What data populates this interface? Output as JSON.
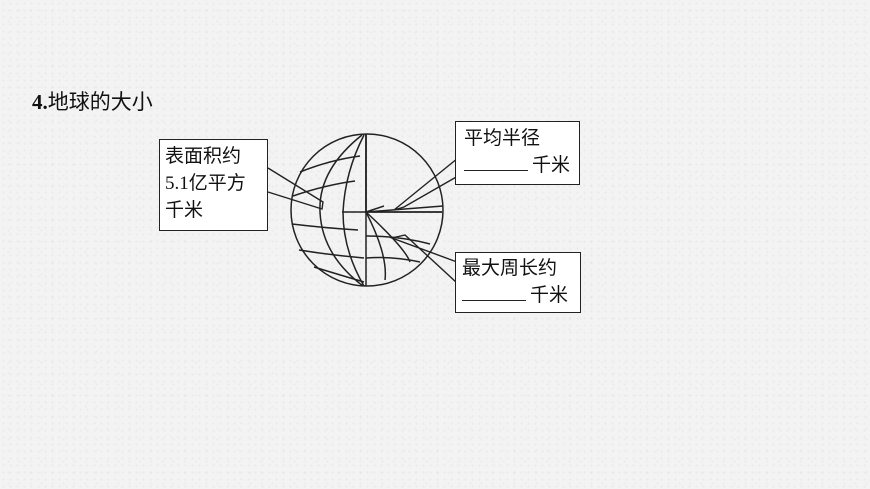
{
  "heading": {
    "number": "4.",
    "text": "地球的大小"
  },
  "area_box": {
    "line1": "表面积约",
    "value": "5.1",
    "line2_rest": "亿平方",
    "line3": "千米"
  },
  "radius_box": {
    "line1": "平均半径",
    "unit": "千米"
  },
  "circumference_box": {
    "line1": "最大周长约",
    "unit": "千米"
  },
  "colors": {
    "line": "#222222",
    "box_fill": "#ffffff",
    "background": "#f3f3f3"
  }
}
